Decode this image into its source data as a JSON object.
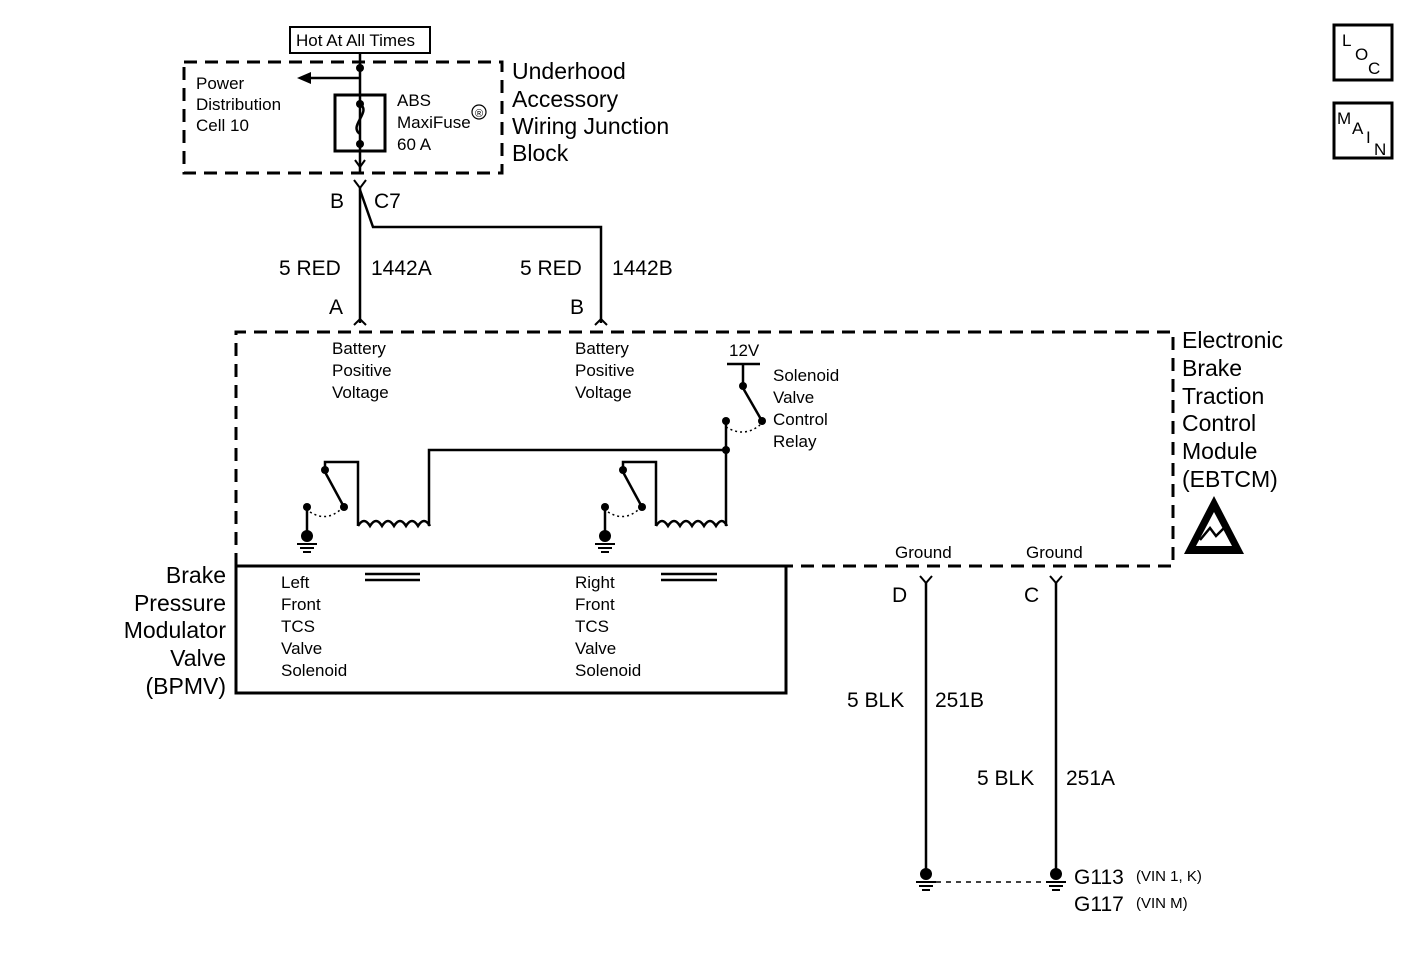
{
  "power_source": {
    "hot_label": "Hot At All Times",
    "power_dist": [
      "Power",
      "Distribution",
      "Cell 10"
    ],
    "fuse": [
      "ABS",
      "MaxiFuse",
      "®",
      "60 A"
    ],
    "block_name": [
      "Underhood",
      "Accessory",
      "Wiring Junction",
      "Block"
    ],
    "connector_pin": "B",
    "connector_id": "C7"
  },
  "wires": {
    "w1": {
      "gauge_color": "5 RED",
      "circuit": "1442A",
      "pin": "A"
    },
    "w2": {
      "gauge_color": "5 RED",
      "circuit": "1442B",
      "pin": "B"
    },
    "w3": {
      "gauge_color": "5 BLK",
      "circuit": "251B",
      "pin": "D"
    },
    "w4": {
      "gauge_color": "5 BLK",
      "circuit": "251A",
      "pin": "C"
    }
  },
  "ebtcm": {
    "name": [
      "Electronic",
      "Brake",
      "Traction",
      "Control",
      "Module",
      "(EBTCM)"
    ],
    "bpv1": [
      "Battery",
      "Positive",
      "Voltage"
    ],
    "bpv2": [
      "Battery",
      "Positive",
      "Voltage"
    ],
    "relay_voltage": "12V",
    "relay": [
      "Solenoid",
      "Valve",
      "Control",
      "Relay"
    ],
    "ground1": "Ground",
    "ground2": "Ground"
  },
  "bpmv": {
    "name": [
      "Brake",
      "Pressure",
      "Modulator",
      "Valve",
      "(BPMV)"
    ],
    "left": [
      "Left",
      "Front",
      "TCS",
      "Valve",
      "Solenoid"
    ],
    "right": [
      "Right",
      "Front",
      "TCS",
      "Valve",
      "Solenoid"
    ]
  },
  "grounds": {
    "g1": "G113",
    "g1_note": "(VIN 1, K)",
    "g2": "G117",
    "g2_note": "(VIN M)"
  },
  "nav": {
    "loc": [
      "L",
      "O",
      "C"
    ],
    "main": [
      "M",
      "A",
      "I",
      "N"
    ]
  }
}
